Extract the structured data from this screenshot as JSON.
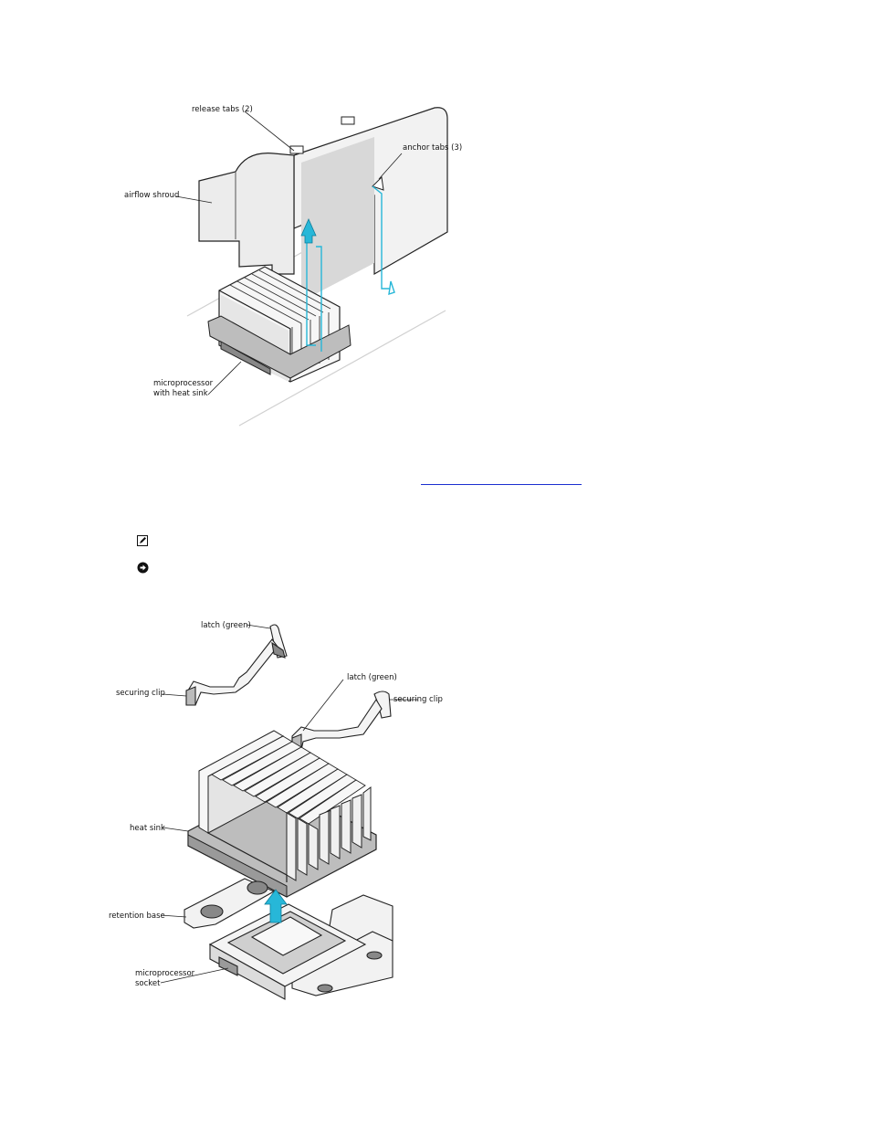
{
  "figure1": {
    "labels": {
      "release_tabs": "release tabs (2)",
      "anchor_tabs": "anchor tabs (3)",
      "airflow_shroud": "airflow shroud",
      "micro_line1": "microprocessor",
      "micro_line2": "with heat sink"
    }
  },
  "figure2": {
    "labels": {
      "latch_top": "latch (green)",
      "securing_clip_left": "securing clip",
      "latch_mid": "latch (green)",
      "securing_clip_right": "securing clip",
      "heat_sink": "heat sink",
      "retention_base": "retention base",
      "socket_line1": "microprocessor",
      "socket_line2": "socket"
    }
  },
  "icons": {
    "note": "note-pencil-icon",
    "notice": "notice-arrow-icon"
  },
  "colors": {
    "accent_arrow": "#27b7d8",
    "link": "#1b2fd0"
  }
}
